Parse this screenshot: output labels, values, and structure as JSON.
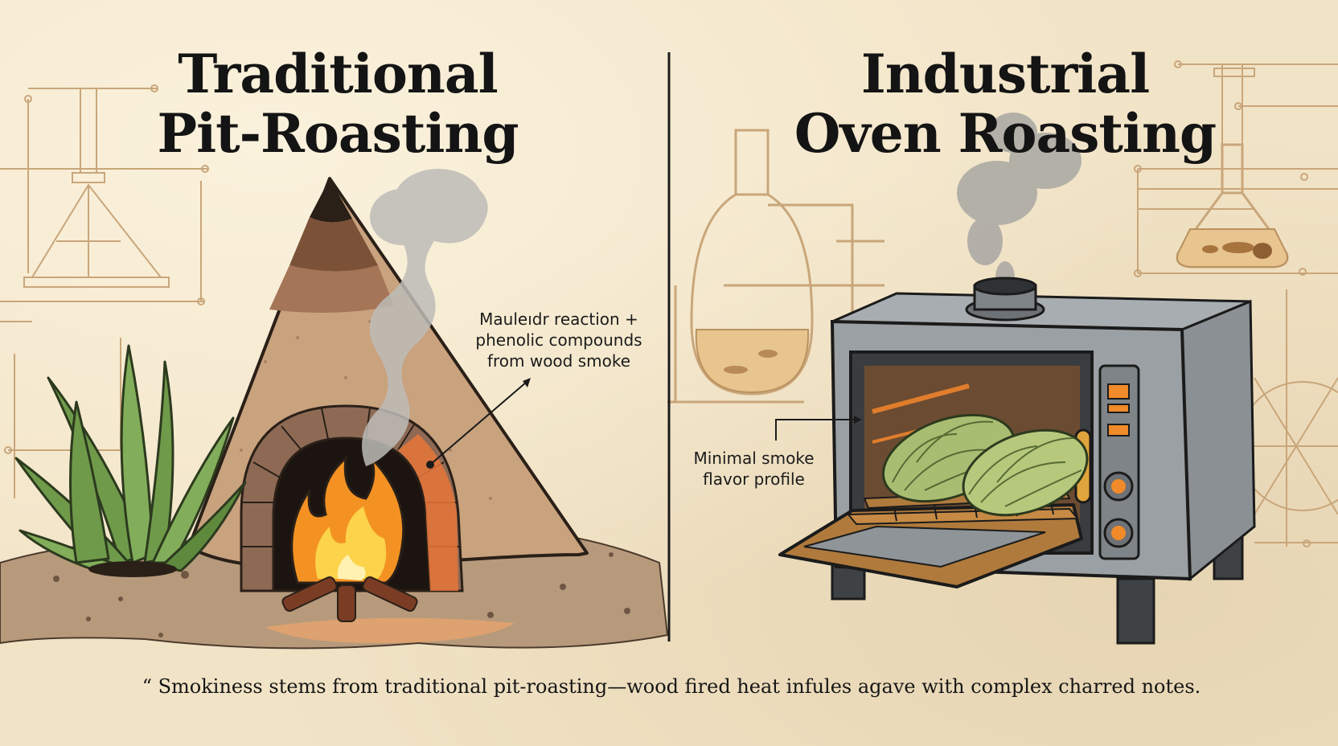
{
  "titles": {
    "left": [
      "Traditional",
      "Pit-Roasting"
    ],
    "right": [
      "Industrial",
      "Oven Roasting"
    ]
  },
  "callouts": {
    "left": [
      "Mauleıdr reaction +",
      "phenolic compounds",
      "from wood smoke"
    ],
    "right": [
      "Minimal smoke",
      "flavor profile"
    ]
  },
  "caption": "“ Smokiness stems from traditional pit-roasting—wood fired heat infules agave with complex charred notes.",
  "colors": {
    "background": "#f1e3c6",
    "ink": "#141414",
    "earth": "#c9a27e",
    "fire": "#f6a024",
    "oven_body": "#9aa0a4",
    "agave_green": "#6f9a4a",
    "blueprint_line": "#c9a67a"
  },
  "icons": [
    "earth-pit-oven-icon",
    "fire-icon",
    "agave-plant-icon",
    "smoke-icon",
    "oven-icon",
    "agave-pina-icon",
    "flask-icon",
    "condenser-icon"
  ]
}
